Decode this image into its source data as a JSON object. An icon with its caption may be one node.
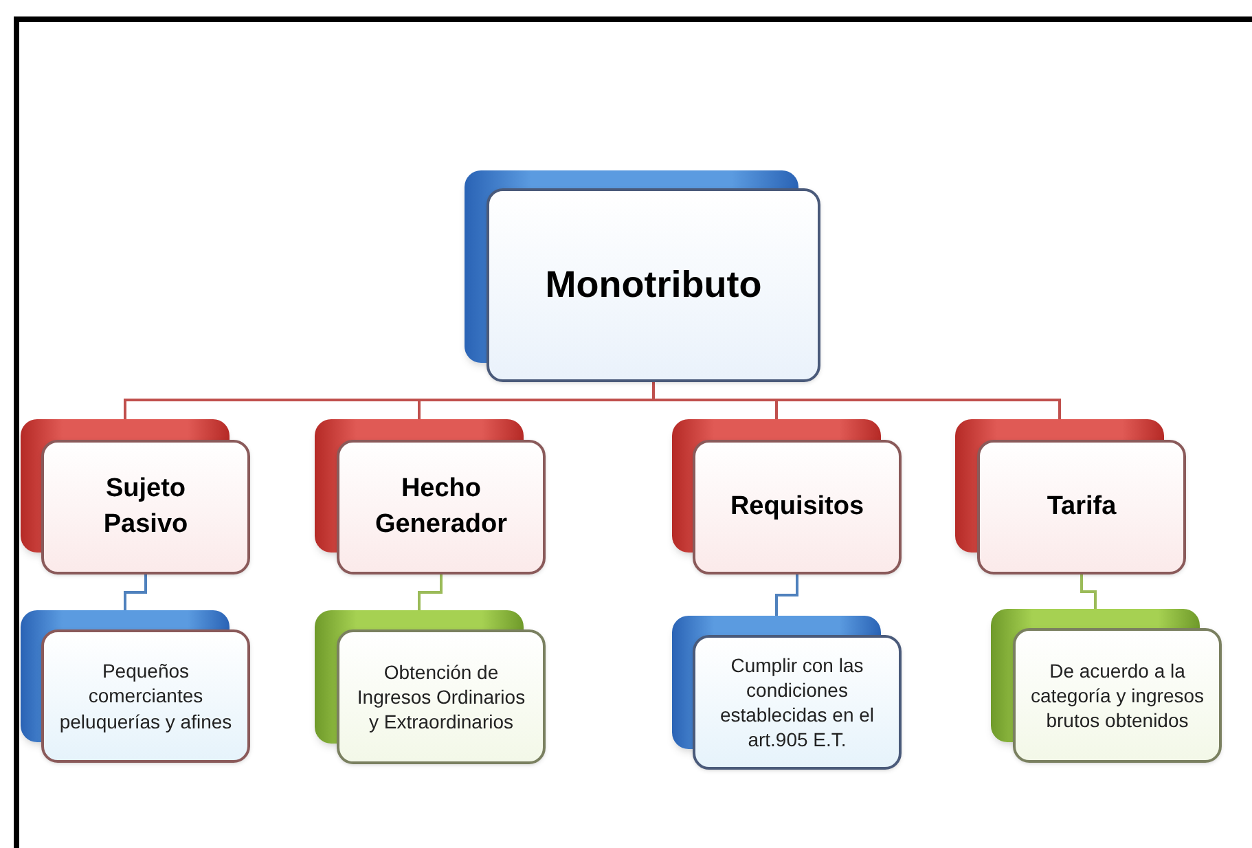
{
  "diagram": {
    "nodes": [
      {
        "text": [
          "Monotributo"
        ]
      },
      {
        "text": [
          "Sujeto Pasivo"
        ]
      },
      {
        "text": [
          "Hecho Generador"
        ]
      },
      {
        "text": [
          "Requisitos"
        ]
      },
      {
        "text": [
          "Tarifa"
        ]
      },
      {
        "text": [
          "Pequeños comerciantes peluquerías y afines"
        ]
      },
      {
        "text": [
          "Obtención de Ingresos Ordinarios y Extraordinarios"
        ]
      },
      {
        "text": [
          "Cumplir con las condiciones establecidas en el art.905 E.T."
        ]
      },
      {
        "text": [
          "De acuerdo a la categoría y ingresos brutos obtenidos"
        ]
      }
    ],
    "edges": [
      {
        "from": 0,
        "to": 1,
        "arrow": "none"
      },
      {
        "from": 0,
        "to": 2,
        "arrow": "none"
      },
      {
        "from": 0,
        "to": 3,
        "arrow": "none"
      },
      {
        "from": 0,
        "to": 4,
        "arrow": "none"
      },
      {
        "from": 1,
        "to": 5,
        "arrow": "none",
        "color": "#4f81bd"
      },
      {
        "from": 2,
        "to": 6,
        "arrow": "none",
        "color": "#9bbb59"
      },
      {
        "from": 3,
        "to": 7,
        "arrow": "none",
        "color": "#4f81bd"
      },
      {
        "from": 4,
        "to": 8,
        "arrow": "none",
        "color": "#9bbb59"
      }
    ]
  }
}
